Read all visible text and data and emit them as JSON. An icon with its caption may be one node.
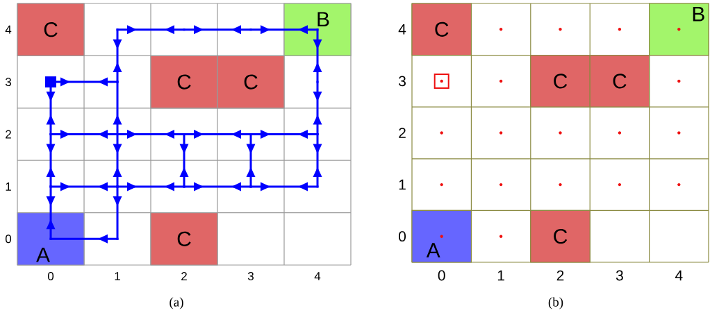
{
  "diagram": {
    "nodes": [
      {
        "text": [
          "C"
        ]
      },
      {
        "text": [
          "B"
        ]
      },
      {
        "text": [
          "C"
        ]
      },
      {
        "text": [
          "C"
        ]
      },
      {
        "text": [
          "A"
        ]
      },
      {
        "text": [
          "C"
        ]
      },
      {
        "text": [
          "C"
        ]
      },
      {
        "text": [
          "B"
        ]
      },
      {
        "text": [
          "C"
        ]
      },
      {
        "text": [
          "C"
        ]
      },
      {
        "text": [
          "A"
        ]
      },
      {
        "text": [
          "C"
        ]
      }
    ],
    "labels": [
      "4",
      "3",
      "2",
      "1",
      "0",
      "0",
      "1",
      "2",
      "3",
      "4",
      "(a)",
      "4",
      "3",
      "2",
      "1",
      "0",
      "0",
      "1",
      "2",
      "3",
      "4",
      "(b)"
    ]
  }
}
